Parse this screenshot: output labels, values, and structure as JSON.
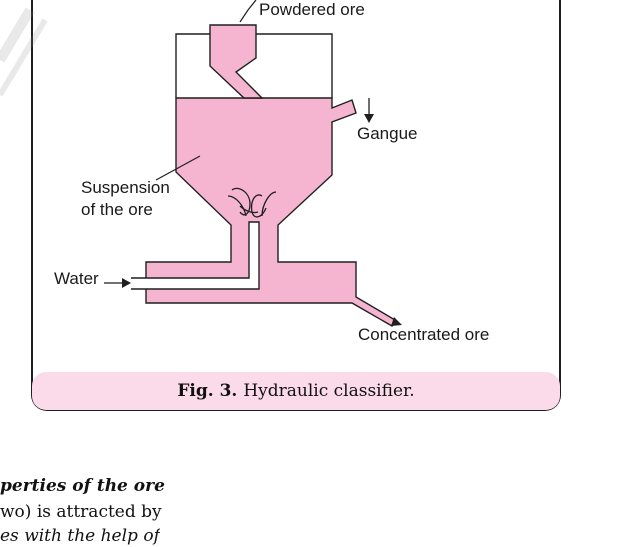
{
  "figure": {
    "labels": {
      "powdered_ore": "Powdered ore",
      "gangue": "Gangue",
      "suspension_line1": "Suspension",
      "suspension_line2": "of the ore",
      "water": "Water",
      "concentrated_ore": "Concentrated ore"
    },
    "caption": {
      "number": "Fig. 3.",
      "text": "Hydraulic classifier."
    },
    "colors": {
      "liquid": "#f5b5d0",
      "caption_bg": "#fbdbea",
      "outline": "#1f1f1f"
    }
  },
  "body_text": {
    "line1": "perties of the ore",
    "line2": "wo) is attracted by",
    "line3": "es with the help of"
  }
}
